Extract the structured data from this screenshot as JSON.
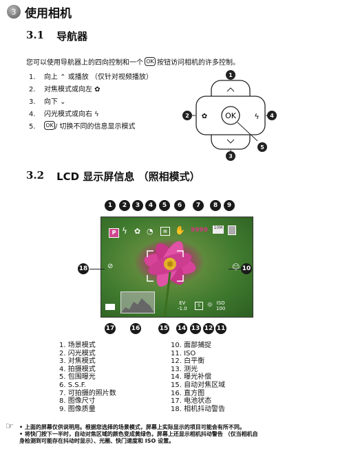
{
  "chapter": {
    "number": "3",
    "title": "使用相机"
  },
  "section1": {
    "number": "3.1",
    "title": "导航器",
    "intro_before": "您可以使用导航器上的四向控制和一个",
    "ok_label": "OK",
    "intro_after": "按钮访问相机的许多控制。",
    "steps": [
      {
        "num": "1.",
        "text": "向上 ⌃ 或播放 （仅针对视频播放）"
      },
      {
        "num": "2.",
        "text": "对焦模式或向左 ✿"
      },
      {
        "num": "3.",
        "text": "向下 ⌄"
      },
      {
        "num": "4.",
        "text": "闪光模式或向右 ϟ"
      },
      {
        "num": "5.",
        "text": " / 切换不同的信息显示模式"
      }
    ],
    "diagram_callouts": [
      "1",
      "2",
      "3",
      "4",
      "5"
    ]
  },
  "section2": {
    "number": "3.2",
    "title": "LCD 显示屏信息 （照相模式）",
    "top_callouts": [
      "1",
      "2",
      "3",
      "4",
      "5",
      "6",
      "7",
      "8",
      "9"
    ],
    "right_callout": "10",
    "left_callout": "18",
    "bottom_callouts": [
      "17",
      "16",
      "15",
      "14",
      "13",
      "12",
      "11"
    ],
    "lcd": {
      "mode": "P",
      "shots": "9999",
      "size": "10M",
      "ev_label": "EV",
      "ev_value": "-1.0",
      "iso_label": "ISO",
      "iso_value": "100",
      "frame_label": "S"
    },
    "legend_left": [
      "1. 场景模式",
      "2. 闪光模式",
      "3. 对焦模式",
      "4. 拍摄模式",
      "5. 包围曝光",
      "6. S.S.F.",
      "7. 可拍摄的照片数",
      "8. 图像尺寸",
      "9. 图像质量"
    ],
    "legend_right": [
      "10. 面部捕捉",
      "11. ISO",
      "12. 白平衡",
      "13. 测光",
      "14. 曝光补偿",
      "15. 自动对焦区域",
      "16. 直方图",
      "17. 电池状态",
      "18. 相机抖动警告"
    ]
  },
  "notes": [
    "• 上面的屏幕仅供说明用。根据您选择的场景模式，屏幕上实际显示的项目可能会有所不同。",
    "• 将快门按下一半时，自动对焦区域的颜色变成黄绿色，屏幕上还显示相机抖动警告 （仅当相机自",
    "   身检测到可能存在抖动时显示）、光圈、快门速度和 ISO 设置。"
  ]
}
